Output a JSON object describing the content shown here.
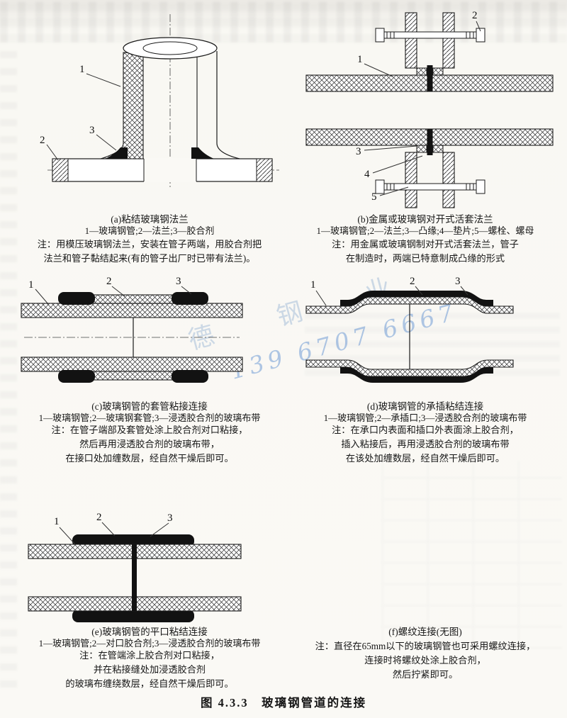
{
  "figure": {
    "caption": "图 4.3.3　玻璃钢管道的连接"
  },
  "watermark": {
    "company": "德 钢 业",
    "phone": "139 6707 6667"
  },
  "sections": {
    "a": {
      "title": "(a)粘结玻璃钢法兰",
      "legend": "1—玻璃钢管;2—法兰;3—胶合剂",
      "note": "注：用模压玻璃钢法兰，安装在管子两端，用胶合剂把\n法兰和管子黏结起来(有的管子出厂时已带有法兰)。",
      "labels": {
        "l1": "1",
        "l2": "2",
        "l3": "3"
      }
    },
    "b": {
      "title": "(b)金属或玻璃钢对开式活套法兰",
      "legend": "1—玻璃钢管;2—法兰;3—凸缘;4—垫片;5—螺栓、螺母",
      "note": "注：用金属或玻璃钢制对开式活套法兰，管子\n在制造时，两端已特意制成凸缘的形式",
      "labels": {
        "l1": "1",
        "l2": "2",
        "l3": "3",
        "l4": "4",
        "l5": "5"
      }
    },
    "c": {
      "title": "(c)玻璃钢管的套管粘接连接",
      "legend": "1—玻璃钢管;2—玻璃钢套管;3—浸透胶合剂的玻璃布带",
      "note": "注：在管子端部及套管处涂上胶合剂对口粘接，\n然后再用浸透胶合剂的玻璃布带，\n在接口处加缠数层，经自然干燥后即可。",
      "labels": {
        "l1": "1",
        "l2": "2",
        "l3": "3"
      }
    },
    "d": {
      "title": "(d)玻璃钢管的承插粘结连接",
      "legend": "1—玻璃钢管;2—承插口;3—浸透胶合剂的玻璃布带",
      "note": "注：在承口内表面和插口外表面涂上胶合剂，\n插入粘接后，再用浸透胶合剂的玻璃布带\n在该处加缠数层，经自然干燥后即可。",
      "labels": {
        "l1": "1",
        "l2": "2",
        "l3": "3"
      }
    },
    "e": {
      "title": "(e)玻璃钢管的平口粘结连接",
      "legend": "1—玻璃钢管;2—对口胶合剂;3—浸透胶合剂的玻璃布带",
      "note": "注：在管端涂上胶合剂对口粘接，\n并在粘接缝处加浸透胶合剂\n的玻璃布缠绕数层，经自然干燥后即可。",
      "labels": {
        "l1": "1",
        "l2": "2",
        "l3": "3"
      }
    },
    "f": {
      "title": "(f)螺纹连接(无图)",
      "note": "注：直径在65mm以下的玻璃钢管也可采用螺纹连接，\n连接时将螺纹处涂上胶合剂，\n然后拧紧即可。"
    }
  }
}
